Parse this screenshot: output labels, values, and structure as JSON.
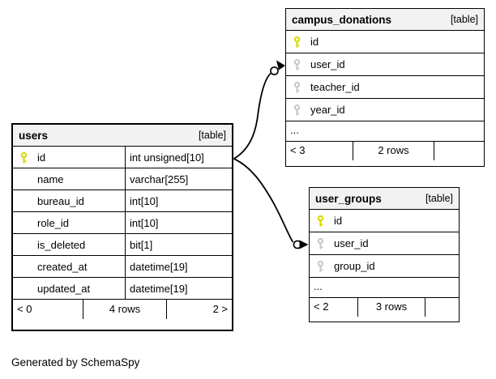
{
  "page": {
    "footer_note": "Generated by SchemaSpy"
  },
  "colors": {
    "header_bg": "#f2f2f2",
    "border": "#000000",
    "primary_key": "#d8d800",
    "foreign_key": "#c8c8c8",
    "edge": "#000000"
  },
  "diagram": {
    "relationships": [
      {
        "from": "users.id",
        "to": "campus_donations.user_id"
      },
      {
        "from": "users.id",
        "to": "user_groups.user_id"
      }
    ]
  },
  "tables": [
    {
      "name": "users",
      "type_label": "[table]",
      "columns": [
        {
          "name": "id",
          "type": "int unsigned[10]",
          "key": "primary"
        },
        {
          "name": "name",
          "type": "varchar[255]",
          "key": "none"
        },
        {
          "name": "bureau_id",
          "type": "int[10]",
          "key": "none"
        },
        {
          "name": "role_id",
          "type": "int[10]",
          "key": "none"
        },
        {
          "name": "is_deleted",
          "type": "bit[1]",
          "key": "none"
        },
        {
          "name": "created_at",
          "type": "datetime[19]",
          "key": "none"
        },
        {
          "name": "updated_at",
          "type": "datetime[19]",
          "key": "none"
        }
      ],
      "footer": {
        "left": "< 0",
        "center": "4 rows",
        "right": "2 >"
      }
    },
    {
      "name": "campus_donations",
      "type_label": "[table]",
      "columns": [
        {
          "name": "id",
          "key": "primary"
        },
        {
          "name": "user_id",
          "key": "foreign"
        },
        {
          "name": "teacher_id",
          "key": "foreign"
        },
        {
          "name": "year_id",
          "key": "foreign"
        }
      ],
      "ellipsis": "...",
      "footer": {
        "left": "< 3",
        "center": "2 rows",
        "right": ""
      }
    },
    {
      "name": "user_groups",
      "type_label": "[table]",
      "columns": [
        {
          "name": "id",
          "key": "primary"
        },
        {
          "name": "user_id",
          "key": "foreign"
        },
        {
          "name": "group_id",
          "key": "foreign"
        }
      ],
      "ellipsis": "...",
      "footer": {
        "left": "< 2",
        "center": "3 rows",
        "right": ""
      }
    }
  ]
}
